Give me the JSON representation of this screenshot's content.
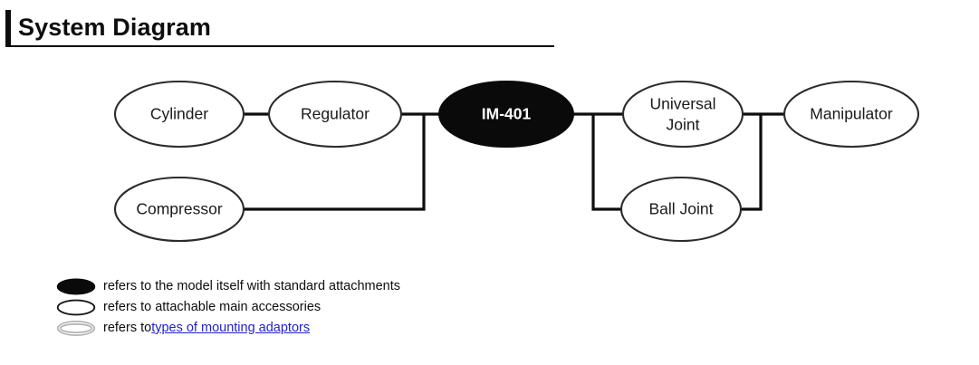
{
  "header": {
    "title": "System Diagram"
  },
  "diagram": {
    "nodes": {
      "cylinder": {
        "label": "Cylinder",
        "kind": "accessory"
      },
      "regulator": {
        "label": "Regulator",
        "kind": "accessory"
      },
      "compressor": {
        "label": "Compressor",
        "kind": "accessory"
      },
      "model": {
        "label": "IM-401",
        "kind": "model"
      },
      "universal_joint_line1": "Universal",
      "universal_joint_line2": "Joint",
      "ball_joint": {
        "label": "Ball Joint",
        "kind": "accessory"
      },
      "manipulator": {
        "label": "Manipulator",
        "kind": "accessory"
      }
    }
  },
  "legend": {
    "rows": [
      {
        "swatch": "filled-ellipse-icon",
        "text": "refers to the model itself with standard attachments"
      },
      {
        "swatch": "outline-ellipse-icon",
        "text": "refers to attachable main accessories"
      },
      {
        "swatch": "light-outline-ellipse-icon",
        "text_before": "refers to ",
        "link_text": "types of mounting adaptors"
      }
    ]
  },
  "colors": {
    "ink": "#0d0d0d",
    "model_fill": "#0a0a0a",
    "node_stroke": "#2b2b2b",
    "link": "#2222cc",
    "light_stroke": "#b4b4b4"
  }
}
